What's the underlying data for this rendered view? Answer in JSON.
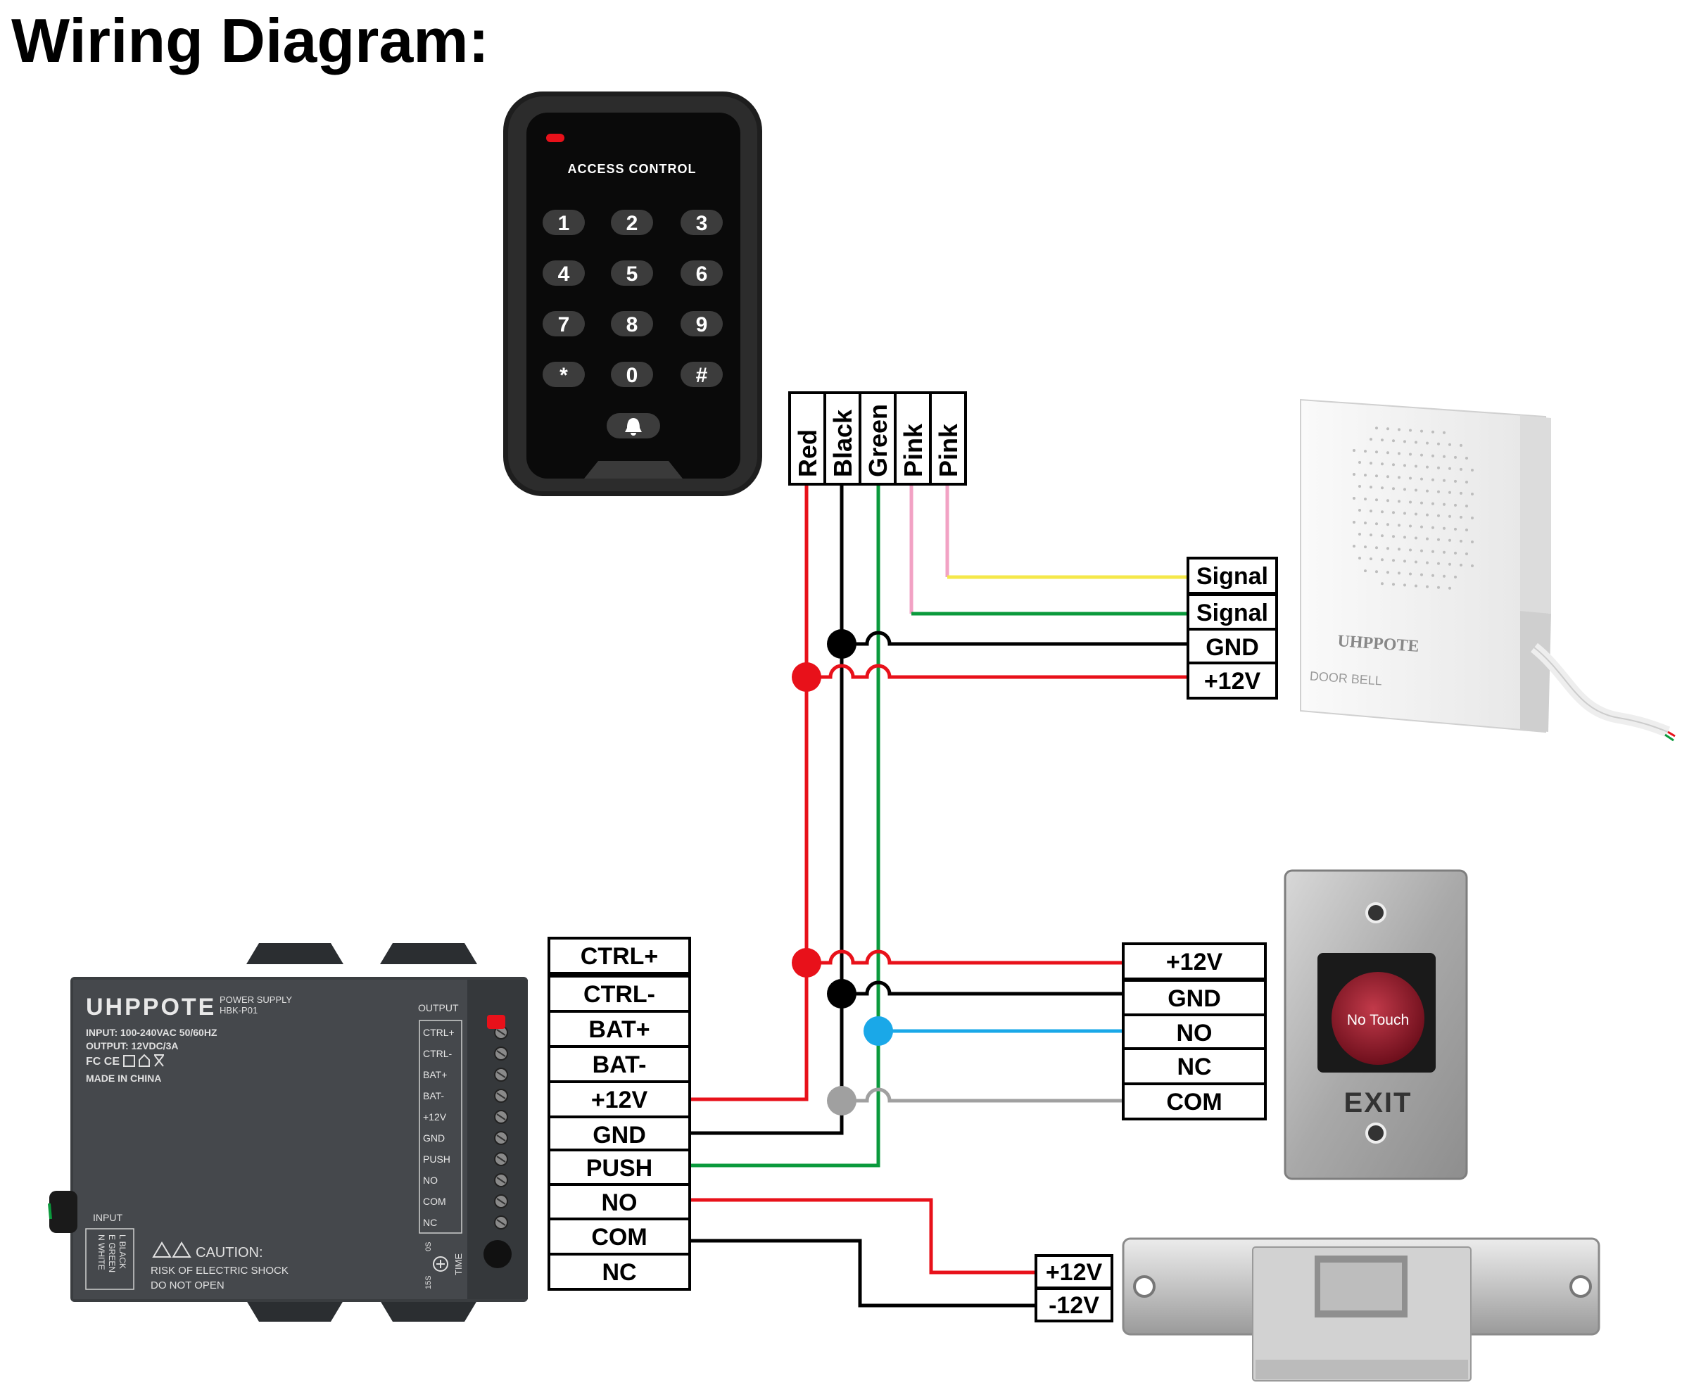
{
  "title": "Wiring Diagram:",
  "colors": {
    "red": "#e8111a",
    "black": "#000000",
    "green": "#0a9a3c",
    "pink": "#f2a2c4",
    "yellow": "#f5e84a",
    "cyan": "#1aa8e8",
    "gray": "#a0a0a0"
  },
  "keypad": {
    "brand_text": "ACCESS CONTROL",
    "keys": [
      "1",
      "2",
      "3",
      "4",
      "5",
      "6",
      "7",
      "8",
      "9",
      "*",
      "0",
      "#"
    ],
    "bell_icon": "bell-icon"
  },
  "reader_wires": [
    "Red",
    "Black",
    "Green",
    "Pink",
    "Pink"
  ],
  "doorbell": {
    "terminals": [
      "Signal",
      "Signal",
      "GND",
      "+12V"
    ],
    "brand": "UHPPOTE",
    "label": "DOOR BELL"
  },
  "power_supply": {
    "brand": "UHPPOTE",
    "subtitle_line1": "POWER SUPPLY",
    "subtitle_line2": "HBK-P01",
    "input_spec": "INPUT:    100-240VAC 50/60HZ",
    "output_spec": "OUTPUT: 12VDC/3A",
    "cert": "FC CE",
    "made_in": "MADE IN CHINA",
    "output_header": "OUTPUT",
    "output_terminals": [
      "CTRL+",
      "CTRL-",
      "BAT+",
      "BAT-",
      "+12V",
      "GND",
      "PUSH",
      "NO",
      "COM",
      "NC"
    ],
    "input_header": "INPUT",
    "input_l": "L BLACK",
    "input_e": "E GREEN",
    "input_n": "N WHITE",
    "caution_title": "CAUTION:",
    "caution_line1": "RISK OF ELECTRIC SHOCK",
    "caution_line2": "DO NOT OPEN",
    "time_label": "TIME",
    "time_min": "15S",
    "time_max": "0S"
  },
  "ps_terminals": [
    "CTRL+",
    "CTRL-",
    "BAT+",
    "BAT-",
    "+12V",
    "GND",
    "PUSH",
    "NO",
    "COM",
    "NC"
  ],
  "exit_button": {
    "terminals": [
      "+12V",
      "GND",
      "NO",
      "NC",
      "COM"
    ],
    "button_text": "No Touch",
    "label": "EXIT"
  },
  "lock": {
    "terminals": [
      "+12V",
      "-12V"
    ]
  }
}
